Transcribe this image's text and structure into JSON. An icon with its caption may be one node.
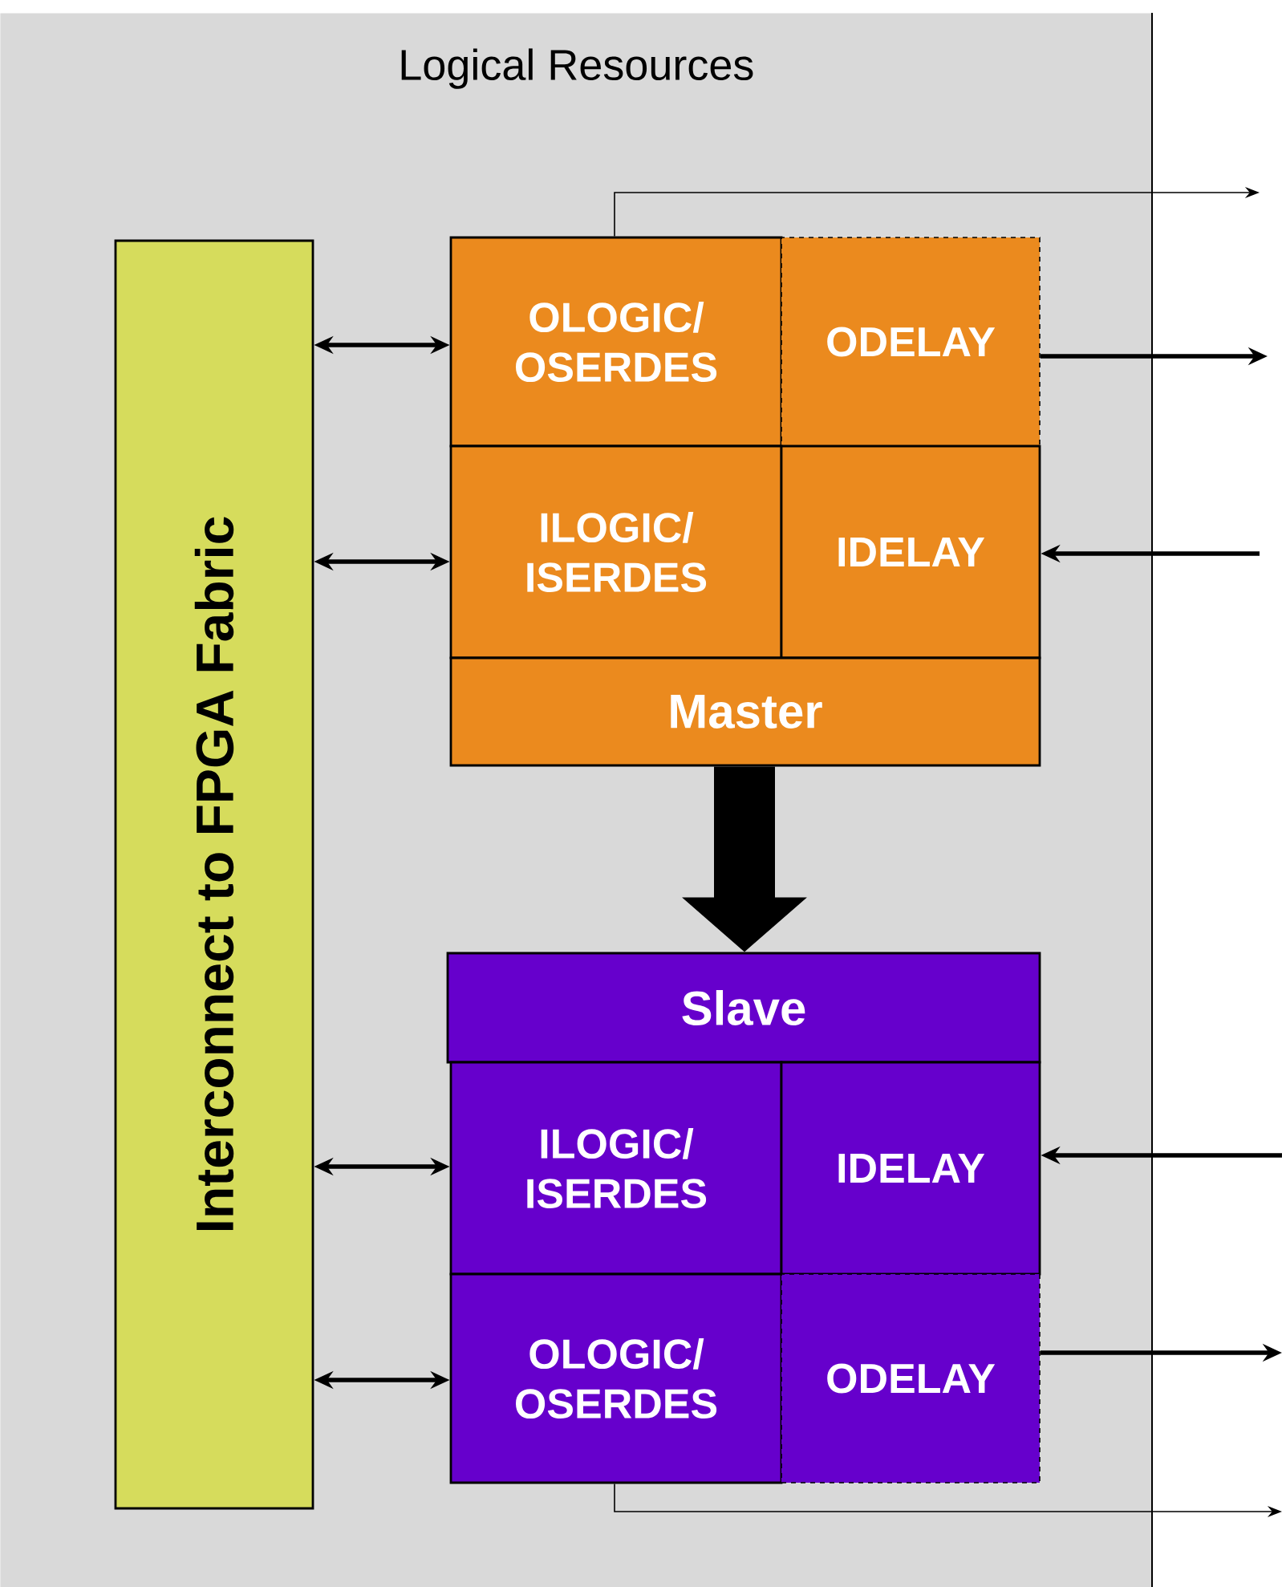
{
  "diagram": {
    "nodes": [
      {
        "text": [
          "Logical Resources"
        ]
      },
      {
        "text": [
          "Interconnect to FPGA Fabric"
        ],
        "in": 0
      },
      {
        "text": [
          "OLOGIC/ OSERDES"
        ],
        "in": 0
      },
      {
        "text": [
          "ODELAY"
        ],
        "in": 0
      },
      {
        "text": [
          "ILOGIC/ ISERDES"
        ],
        "in": 0
      },
      {
        "text": [
          "IDELAY"
        ],
        "in": 0
      },
      {
        "text": [
          "Master"
        ],
        "in": 0
      },
      {
        "text": [
          "Slave"
        ],
        "in": 0
      },
      {
        "text": [
          "ILOGIC/ ISERDES"
        ],
        "in": 0
      },
      {
        "text": [
          "IDELAY"
        ],
        "in": 0
      },
      {
        "text": [
          "OLOGIC/ OSERDES"
        ],
        "in": 0
      },
      {
        "text": [
          "ODELAY"
        ],
        "in": 0
      }
    ],
    "edges": [
      {
        "from": 1,
        "to": 2,
        "arrow": "both"
      },
      {
        "from": 1,
        "to": 4,
        "arrow": "both"
      },
      {
        "from": 1,
        "to": 8,
        "arrow": "both"
      },
      {
        "from": 1,
        "to": 10,
        "arrow": "both"
      },
      {
        "from": 2,
        "to": null,
        "arrow": "to"
      },
      {
        "from": 3,
        "to": null,
        "arrow": "to"
      },
      {
        "from": null,
        "to": 5,
        "arrow": "to"
      },
      {
        "from": 6,
        "to": 7,
        "arrow": "to",
        "style": "thick"
      },
      {
        "from": null,
        "to": 9,
        "arrow": "to"
      },
      {
        "from": 11,
        "to": null,
        "arrow": "to"
      },
      {
        "from": 10,
        "to": null,
        "arrow": "to"
      }
    ]
  }
}
